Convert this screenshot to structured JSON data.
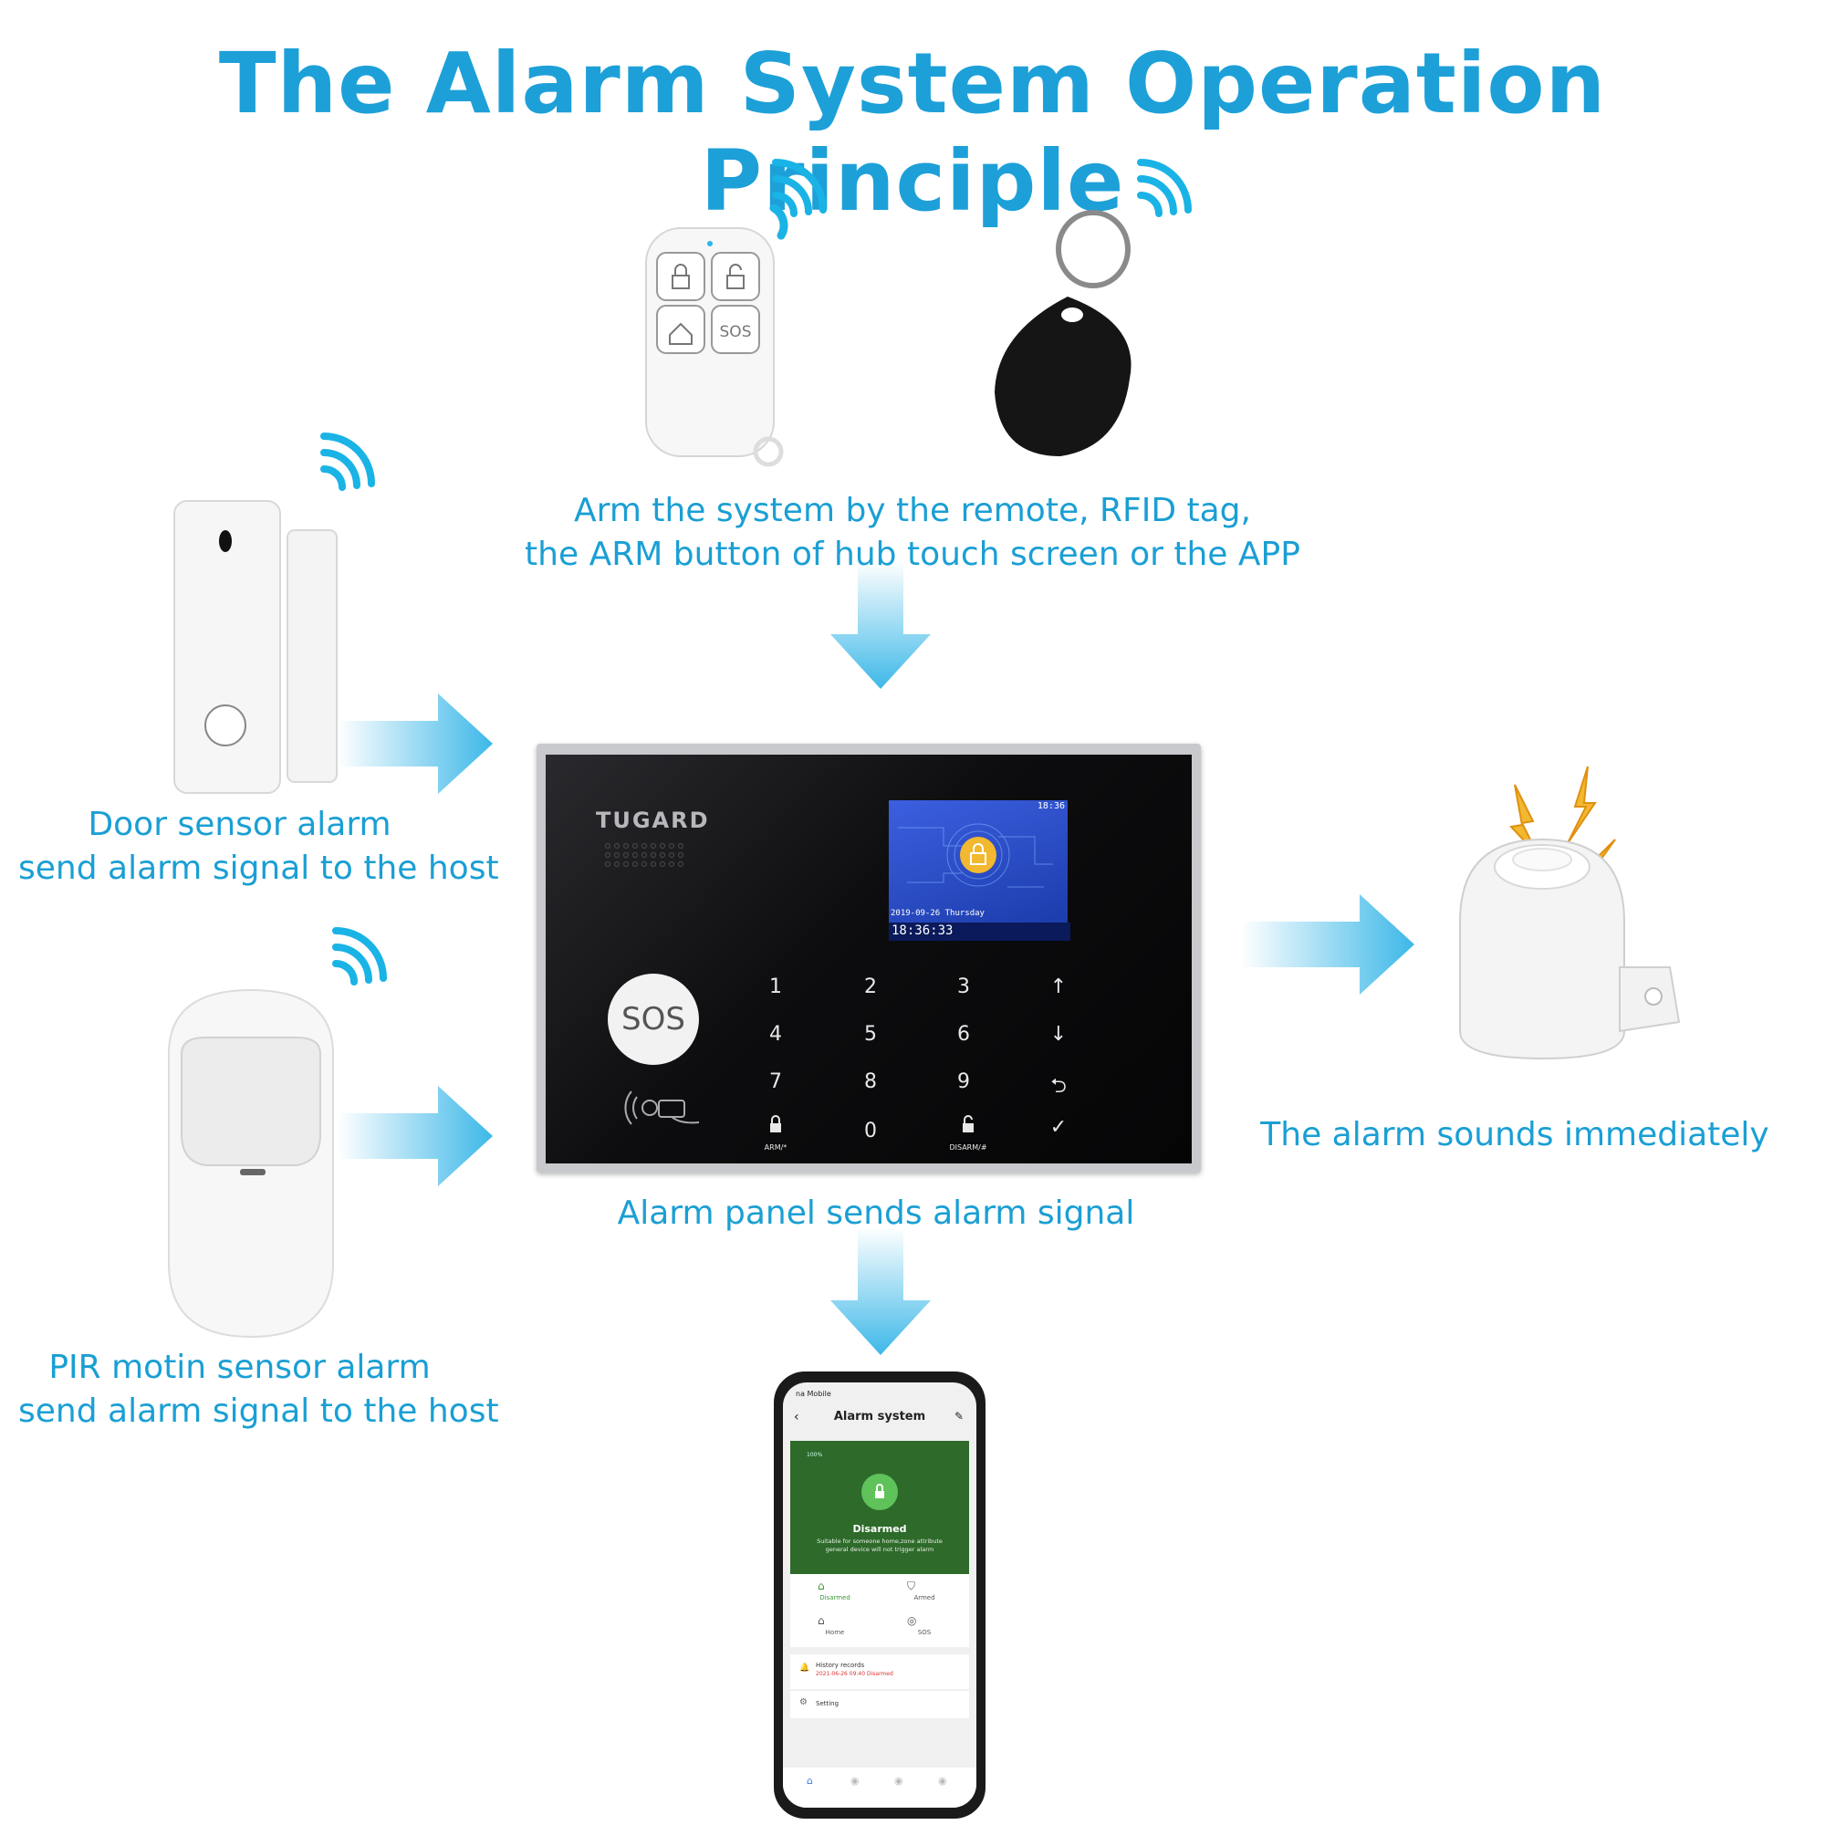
{
  "title": "The Alarm System Operation Principle",
  "captions": {
    "arm": [
      "Arm the system by the remote, RFID tag,",
      "the ARM button of hub touch screen or the APP"
    ],
    "door": [
      "Door sensor alarm",
      "send alarm signal to the host"
    ],
    "pir": [
      "PIR motin sensor alarm",
      "send alarm signal to the host"
    ],
    "panel": "Alarm panel sends alarm signal",
    "siren": "The alarm sounds immediately"
  },
  "remote": {
    "sos_label": "SOS"
  },
  "panel": {
    "brand": "TUGARD",
    "sos_label": "SOS",
    "lcd_time": "18:36:33",
    "lcd_date": "2019-09-26 Thursday",
    "lcd_clock": "18:36",
    "keys": [
      "1",
      "2",
      "3",
      "↑",
      "4",
      "5",
      "6",
      "↓",
      "7",
      "8",
      "9",
      "⮌",
      "",
      "0",
      "",
      "✓"
    ],
    "arm_label": "ARM/*",
    "disarm_label": "DISARM/#"
  },
  "app": {
    "carrier": "na Mobile",
    "header": "Alarm system",
    "battery": "100%",
    "status": "Disarmed",
    "status_desc": [
      "Suitable for someone home,zone attribute",
      "general device will not trigger alarm"
    ],
    "modes": [
      "Disarmed",
      "Armed",
      "Home",
      "SOS"
    ],
    "history_label": "History records",
    "history_entry": "2021-06-26 09:40 Disarmed",
    "setting_label": "Setting"
  },
  "colors": {
    "accent": "#1da0d8",
    "arrow": "#3db8e8",
    "app_green": "#2e6a2a"
  },
  "icons": [
    "wifi-signal-icon",
    "lock-icon",
    "unlock-icon",
    "home-icon",
    "rfid-card-icon",
    "arrow-right-icon",
    "arrow-down-icon"
  ]
}
